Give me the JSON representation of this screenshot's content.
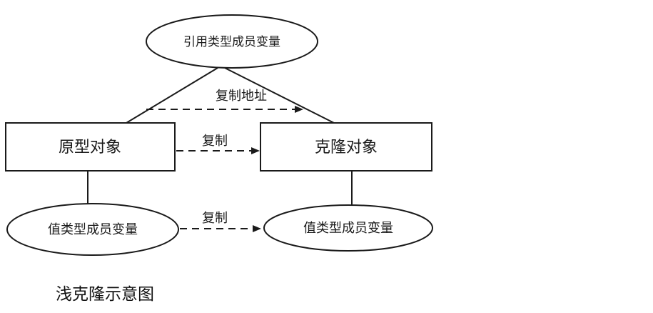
{
  "diagram": {
    "nodes": {
      "ref_member": {
        "label": "引用类型成员变量",
        "shape": "ellipse"
      },
      "prototype": {
        "label": "原型对象",
        "shape": "rectangle"
      },
      "clone": {
        "label": "克隆对象",
        "shape": "rectangle"
      },
      "value_member_left": {
        "label": "值类型成员变量",
        "shape": "ellipse"
      },
      "value_member_right": {
        "label": "值类型成员变量",
        "shape": "ellipse"
      }
    },
    "edges": {
      "copy_address": {
        "label": "复制地址",
        "style": "dashed-arrow"
      },
      "copy_object": {
        "label": "复制",
        "style": "dashed-arrow"
      },
      "copy_value": {
        "label": "复制",
        "style": "dashed-arrow"
      }
    }
  },
  "caption": "浅克隆示意图",
  "colors": {
    "stroke": "#1a1a1a",
    "background": "#ffffff"
  }
}
